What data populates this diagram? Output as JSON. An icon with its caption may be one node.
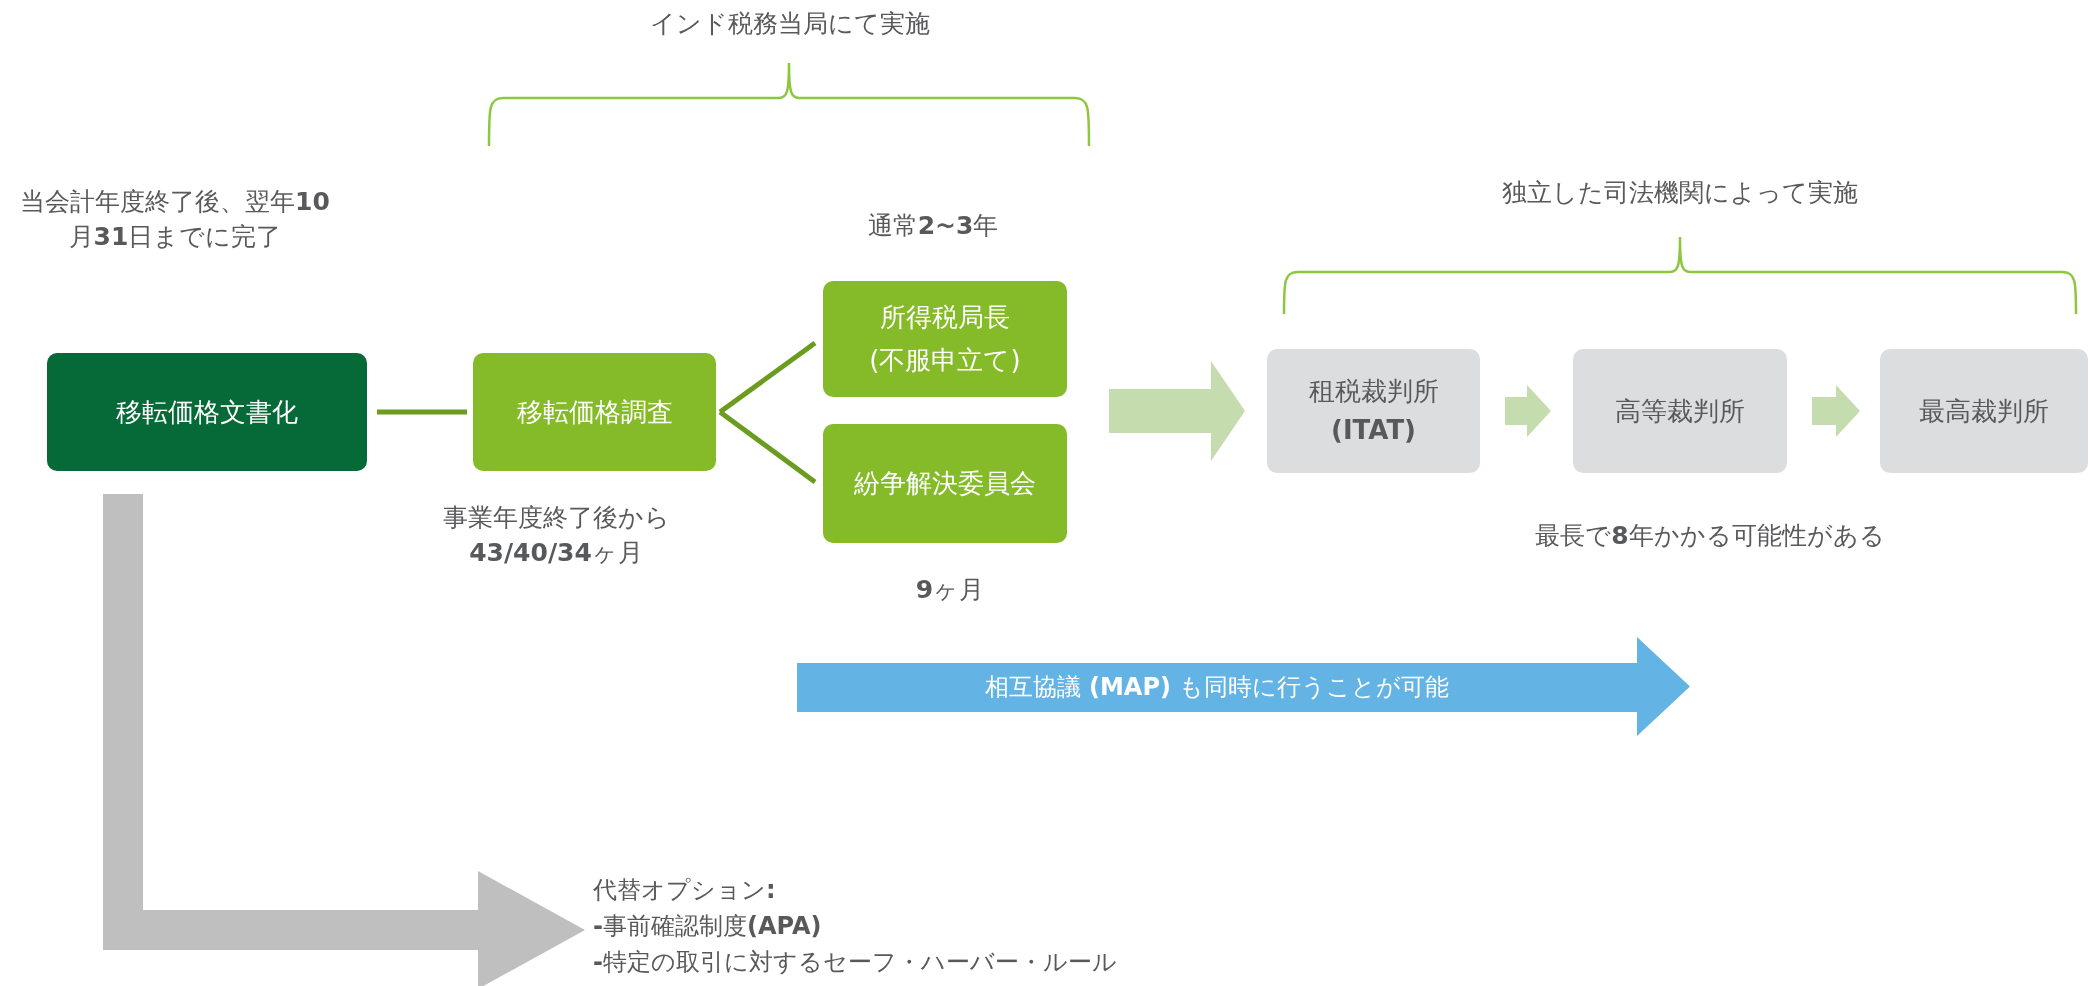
{
  "diagram": {
    "nodes": [
      {
        "text": [
          "移転価格文書化"
        ]
      },
      {
        "text": [
          "移転価格調査"
        ],
        "beside": [
          "事業年度終了後から **43/40/34**ヶ月"
        ]
      },
      {
        "text": [
          "所得税局長 (不服申立て)"
        ],
        "beside": [
          "通常**2~3**年"
        ]
      },
      {
        "text": [
          "紛争解決委員会"
        ],
        "beside": [
          "**9**ヶ月"
        ]
      },
      {
        "text": [
          "租税裁判所 **(ITAT)**"
        ]
      },
      {
        "text": [
          "高等裁判所"
        ]
      },
      {
        "text": [
          "最高裁判所"
        ]
      },
      {
        "text": [
          "代替オプション**:**",
          "**-**事前確認制度**(APA)**",
          "**-**特定の取引に対するセーフ・ハーバー・ルール"
        ]
      },
      {
        "text": [
          "相互協議 **(MAP)** も同時に行うことが可能"
        ]
      }
    ],
    "edges": [
      {
        "from": 0,
        "to": 1,
        "arrow": "none"
      },
      {
        "from": 1,
        "to": 2,
        "arrow": "none"
      },
      {
        "from": 1,
        "to": 3,
        "arrow": "none"
      },
      {
        "from": null,
        "to": 4,
        "arrow": "to",
        "style": "thick",
        "color": "#c5dcae"
      },
      {
        "from": 4,
        "to": 5,
        "arrow": "to",
        "style": "thick",
        "color": "#c5dcae"
      },
      {
        "from": 5,
        "to": 6,
        "arrow": "to",
        "style": "thick",
        "color": "#c5dcae"
      },
      {
        "from": 0,
        "to": 7,
        "arrow": "to",
        "style": "thick",
        "color": "#bfbfbf"
      }
    ],
    "labels": [
      "インド税務当局にて実施",
      "当会計年度終了後、翌年**10**月**31**日までに完了",
      "独立した司法機関によって実施",
      "最長で**8**年かかる可能性がある"
    ]
  }
}
